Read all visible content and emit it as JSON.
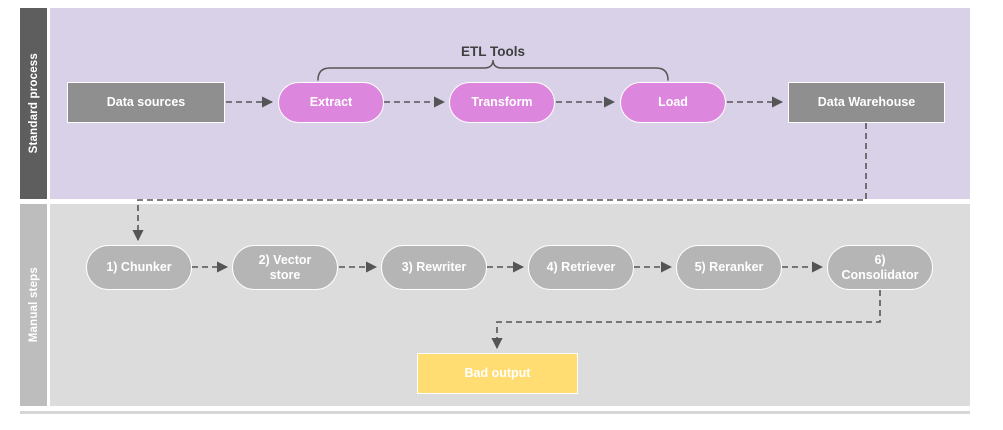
{
  "diagram": {
    "lanes": [
      {
        "id": "standard",
        "label": "Standard process",
        "band_color": "#5e5e5e",
        "panel_color": "#d9d1e8"
      },
      {
        "id": "manual",
        "label": "Manual steps",
        "band_color": "#bdbdbd",
        "panel_color": "#dcdcdc"
      }
    ],
    "annotations": {
      "etl_bracket_label": "ETL Tools"
    },
    "standard_nodes": [
      {
        "id": "data-sources",
        "label": "Data sources",
        "shape": "rect",
        "color": "#8f8f8f"
      },
      {
        "id": "extract",
        "label": "Extract",
        "shape": "pill",
        "color": "#dd86dd"
      },
      {
        "id": "transform",
        "label": "Transform",
        "shape": "pill",
        "color": "#dd86dd"
      },
      {
        "id": "load",
        "label": "Load",
        "shape": "pill",
        "color": "#dd86dd"
      },
      {
        "id": "data-warehouse",
        "label": "Data Warehouse",
        "shape": "rect",
        "color": "#8f8f8f"
      }
    ],
    "manual_nodes": [
      {
        "id": "chunker",
        "label": "1) Chunker",
        "shape": "pill",
        "color": "#b5b5b5"
      },
      {
        "id": "vector-store",
        "label": "2) Vector store",
        "shape": "pill",
        "color": "#b5b5b5"
      },
      {
        "id": "rewriter",
        "label": "3) Rewriter",
        "shape": "pill",
        "color": "#b5b5b5"
      },
      {
        "id": "retriever",
        "label": "4) Retriever",
        "shape": "pill",
        "color": "#b5b5b5"
      },
      {
        "id": "reranker",
        "label": "5) Reranker",
        "shape": "pill",
        "color": "#b5b5b5"
      },
      {
        "id": "consolidator",
        "label": "6) Consolidator",
        "shape": "pill",
        "color": "#b5b5b5"
      }
    ],
    "output_node": {
      "id": "bad-output",
      "label": "Bad output",
      "shape": "rect",
      "color": "#ffdd73"
    },
    "edge_color": "#555555"
  }
}
